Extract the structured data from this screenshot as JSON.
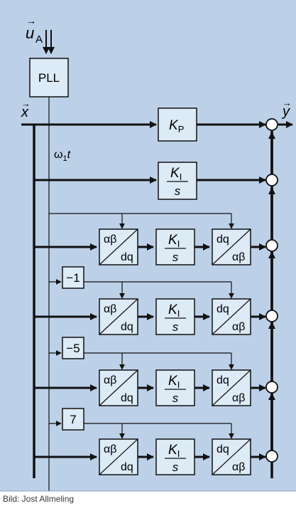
{
  "colors": {
    "background": "#bcd0e8",
    "block_fill": "#dcebf6",
    "line": "#111111",
    "caption": "#3a3a3a"
  },
  "signals": {
    "input_sub": "A",
    "x_label": "x",
    "y_label": "y",
    "omega_sym": "ω",
    "omega_sub": "1",
    "omega_t": "t"
  },
  "blocks": {
    "pll": "PLL",
    "kp_main": "K",
    "kp_sub": "P",
    "ki_main": "K",
    "ki_sub": "I",
    "ki_den": "s",
    "ab_top": "αβ",
    "dq_bottom": "dq",
    "dq_top": "dq",
    "ab_bottom": "αβ"
  },
  "harmonics": [
    "−1",
    "−5",
    "7"
  ],
  "caption": "Bild: Jost Allmeling"
}
